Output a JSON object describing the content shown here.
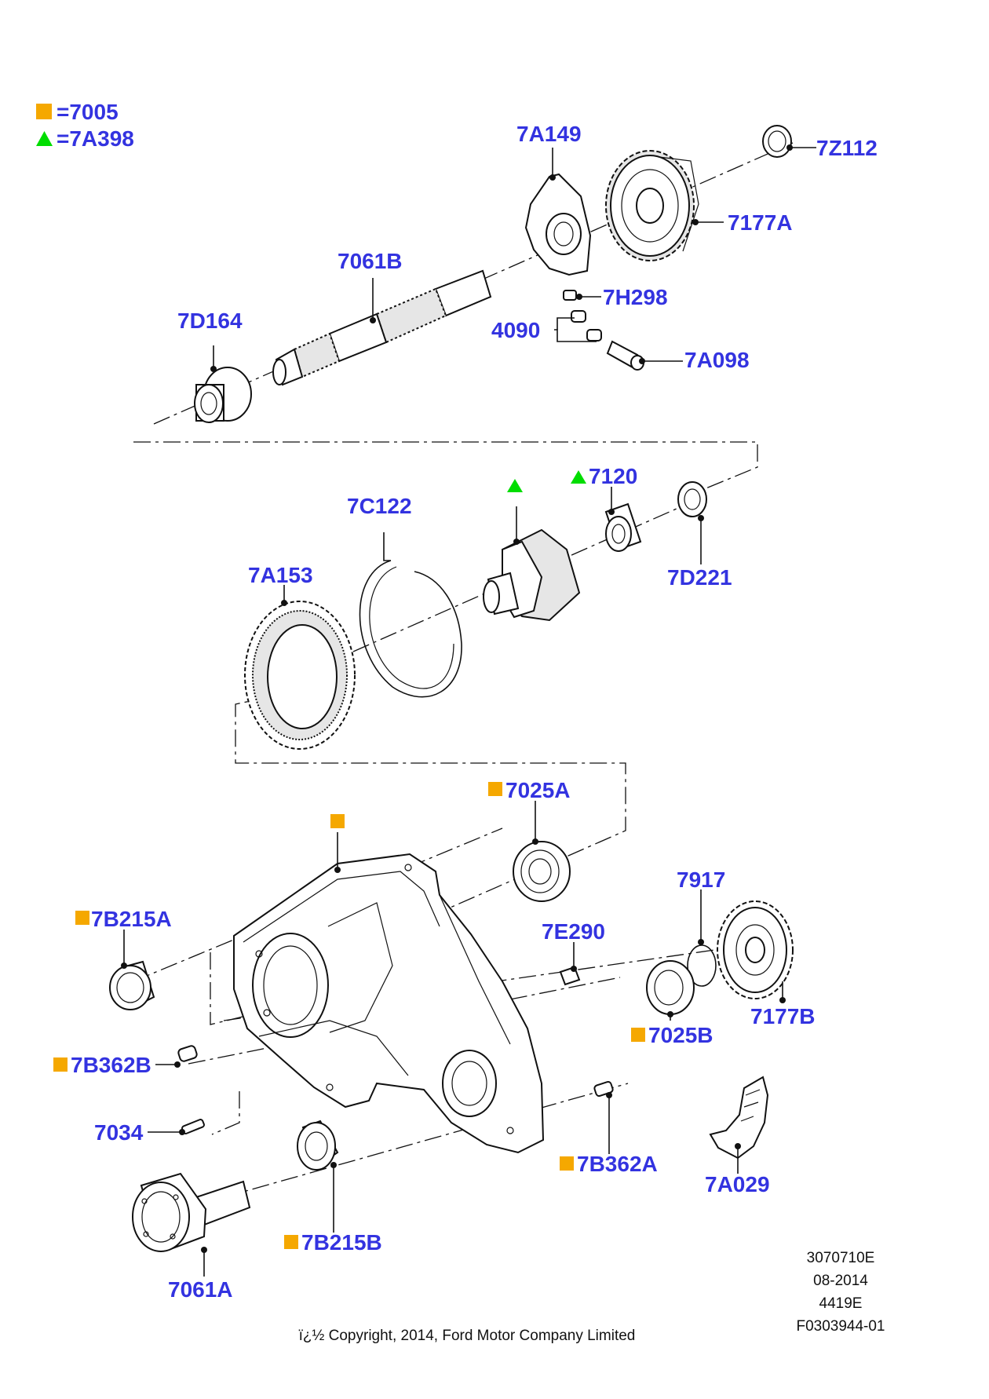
{
  "legend": [
    {
      "symbol": "square",
      "color": "#f5a800",
      "text": "=7005"
    },
    {
      "symbol": "triangle",
      "color": "#00dd00",
      "text": "=7A398"
    }
  ],
  "colors": {
    "label": "#3333e0",
    "square": "#f5a800",
    "triangle": "#00dd00"
  },
  "parts": {
    "p7A149": "7A149",
    "p7Z112": "7Z112",
    "p7177A": "7177A",
    "p7061B": "7061B",
    "p7H298": "7H298",
    "p7D164": "7D164",
    "p4090": "4090",
    "p7A098": "7A098",
    "p7120": "7120",
    "p7C122": "7C122",
    "p7A153": "7A153",
    "p7D221": "7D221",
    "p7025A": "7025A",
    "p7B215A": "7B215A",
    "p7917": "7917",
    "p7E290": "7E290",
    "p7177B": "7177B",
    "p7025B": "7025B",
    "p7B362B": "7B362B",
    "p7034": "7034",
    "p7B362A": "7B362A",
    "p7A029": "7A029",
    "p7B215B": "7B215B",
    "p7061A": "7061A"
  },
  "metadata": {
    "line1": "3070710E",
    "line2": "08-2014",
    "line3": "4419E",
    "line4": "F0303944-01"
  },
  "copyright": "ï¿½ Copyright, 2014, Ford Motor Company Limited"
}
